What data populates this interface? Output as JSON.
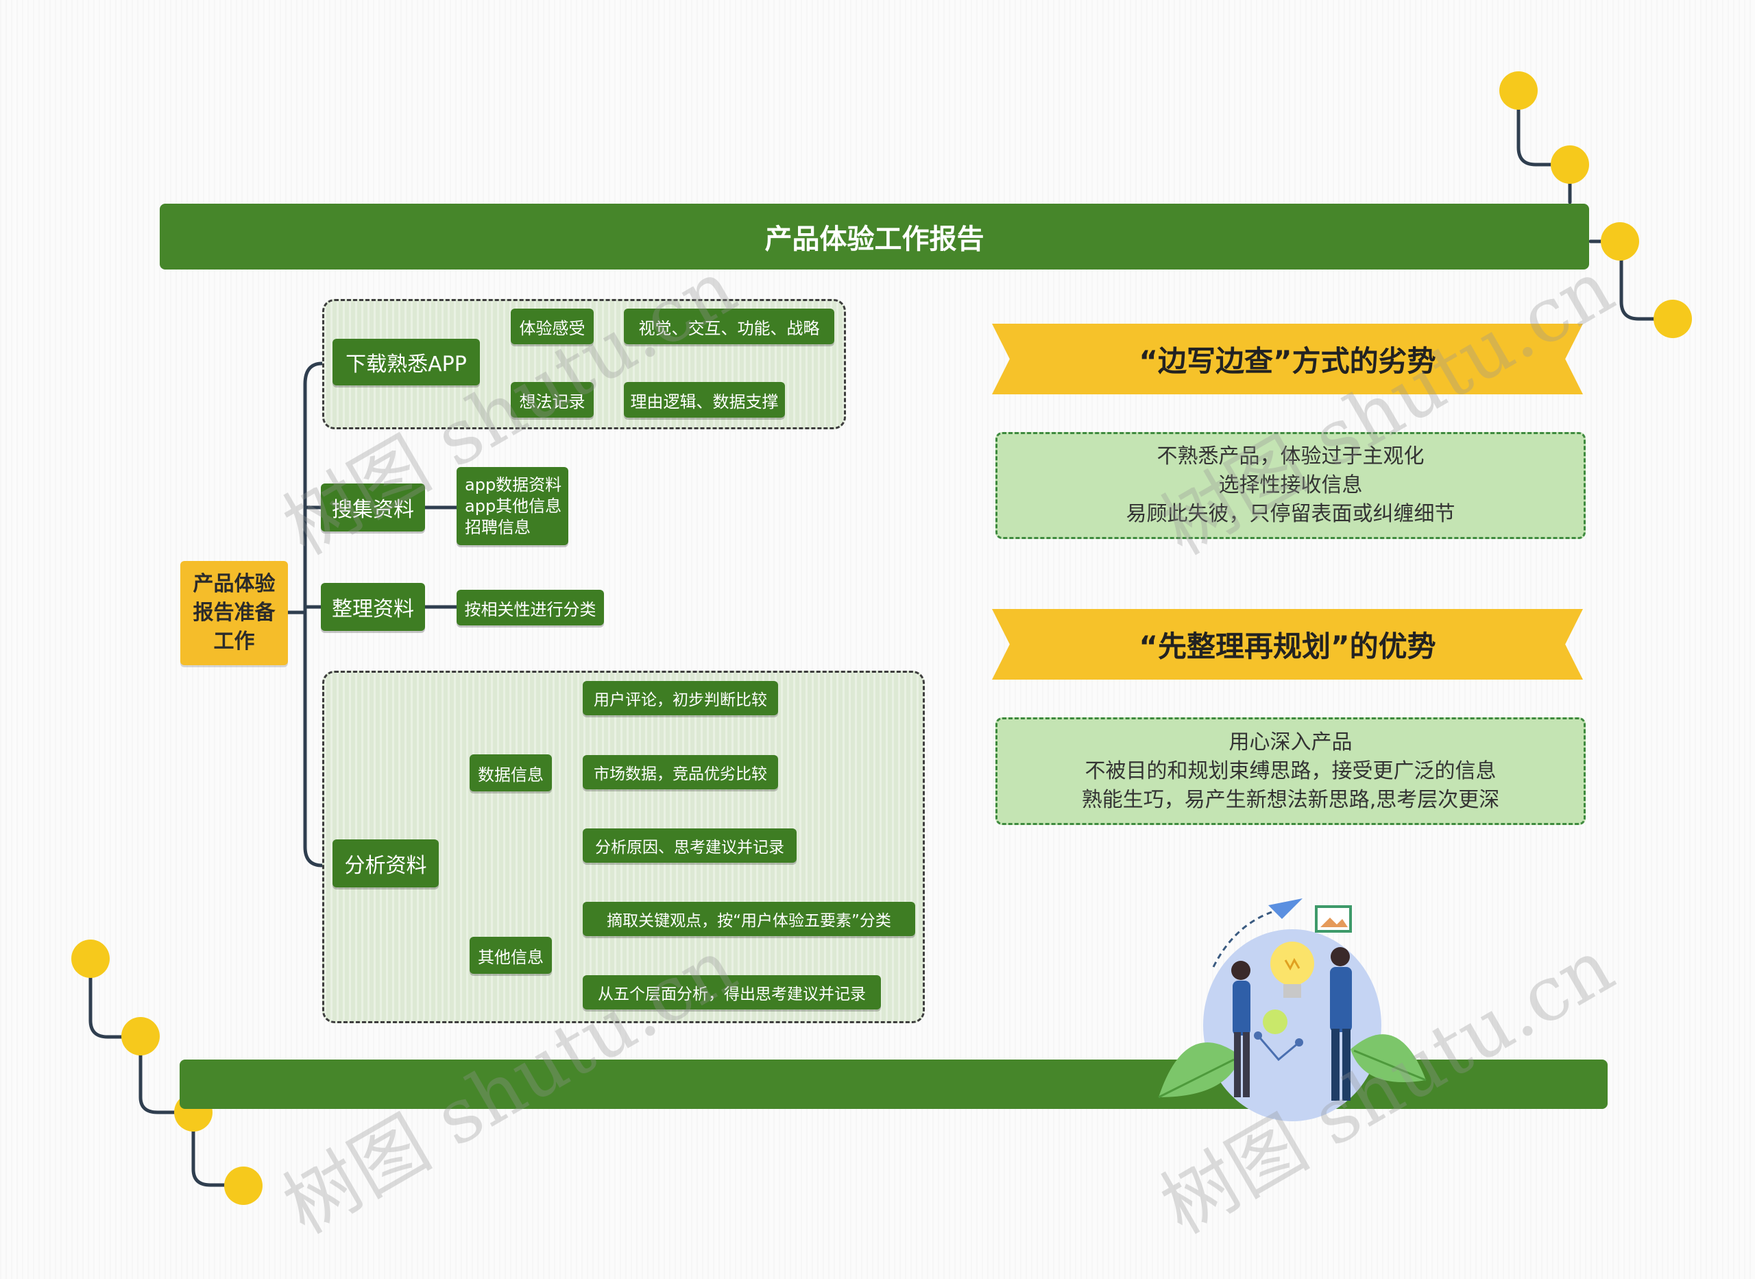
{
  "title": "产品体验工作报告",
  "root": [
    "产品体验",
    "报告准备",
    "工作"
  ],
  "branches": {
    "download": {
      "label": "下载熟悉APP",
      "experience": {
        "label": "体验感受",
        "detail": "视觉、交互、功能、战略"
      },
      "notes": {
        "label": "想法记录",
        "detail": "理由逻辑、数据支撑"
      }
    },
    "collect": {
      "label": "搜集资料",
      "items": [
        "app数据资料",
        "app其他信息",
        "招聘信息"
      ]
    },
    "organize": {
      "label": "整理资料",
      "detail": "按相关性进行分类"
    },
    "analyze": {
      "label": "分析资料",
      "data": {
        "label": "数据信息",
        "items": [
          "用户评论，初步判断比较",
          "市场数据，竞品优劣比较",
          "分析原因、思考建议并记录"
        ]
      },
      "other": {
        "label": "其他信息",
        "items": [
          "摘取关键观点，按“用户体验五要素”分类",
          "从五个层面分析，得出思考建议并记录"
        ]
      }
    }
  },
  "panel1": {
    "heading": "“边写边查”方式的劣势",
    "lines": [
      "不熟悉产品，体验过于主观化",
      "选择性接收信息",
      "易顾此失彼，只停留表面或纠缠细节"
    ]
  },
  "panel2": {
    "heading": "“先整理再规划”的优势",
    "lines": [
      "用心深入产品",
      "不被目的和规划束缚思路，接受更广泛的信息",
      "熟能生巧，易产生新想法新思路,思考层次更深"
    ]
  },
  "watermark": "树图 shutu.cn",
  "colors": {
    "green_dark": "#46862a",
    "node_green": "#3e7d23",
    "yellow": "#f6c22a",
    "note_green": "#c4e4b3"
  }
}
